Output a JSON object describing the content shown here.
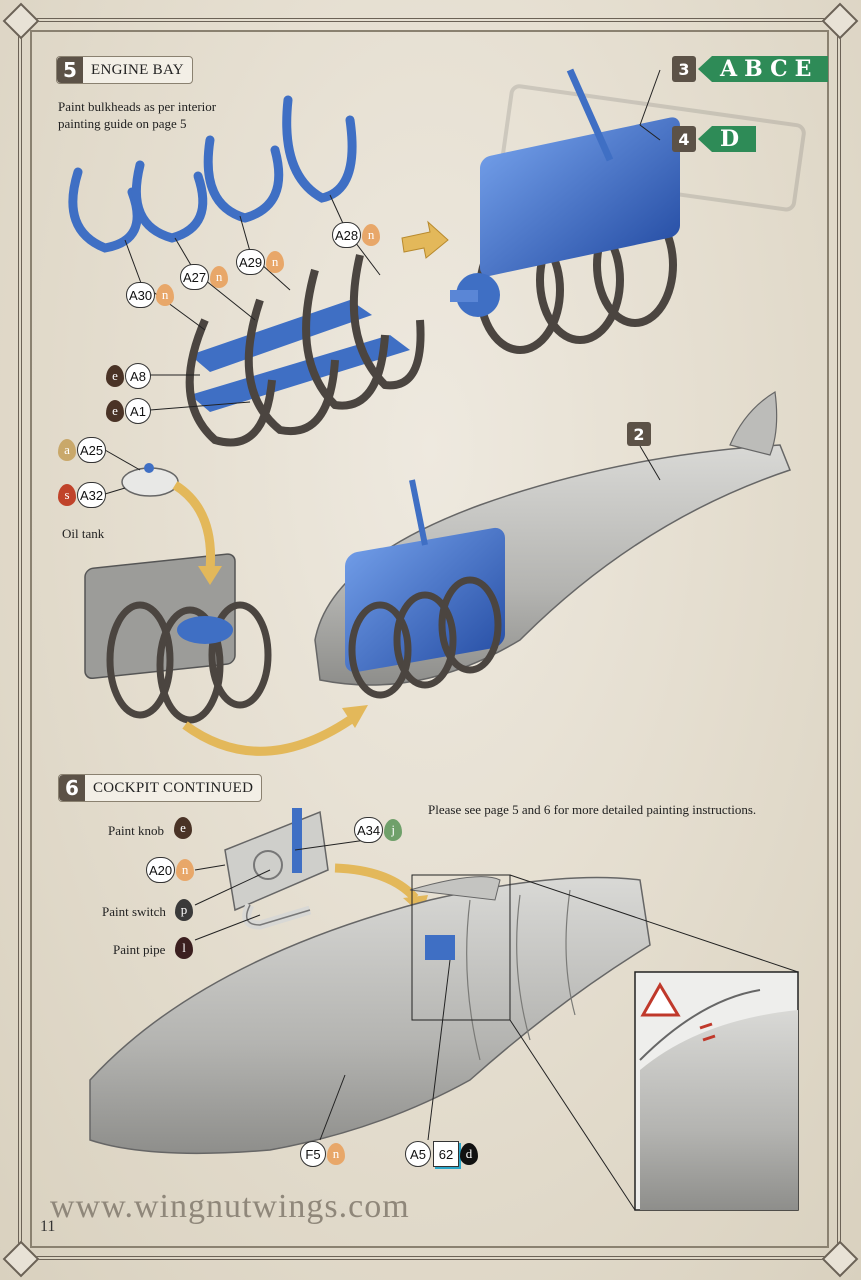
{
  "step5": {
    "num": "5",
    "title": "ENGINE BAY",
    "note_line1": "Paint bulkheads as per interior",
    "note_line2": "painting guide on page 5",
    "oil_tank": "Oil tank"
  },
  "tags": [
    {
      "num": "3",
      "letters": "ABCE"
    },
    {
      "num": "4",
      "letters": "D"
    }
  ],
  "marker2": "2",
  "callouts": {
    "A30": {
      "part": "A30",
      "paint": "n"
    },
    "A27": {
      "part": "A27",
      "paint": "n"
    },
    "A29": {
      "part": "A29",
      "paint": "n"
    },
    "A28": {
      "part": "A28",
      "paint": "n"
    },
    "A8": {
      "part": "A8",
      "paint": "e"
    },
    "A1": {
      "part": "A1",
      "paint": "e"
    },
    "A25": {
      "part": "A25",
      "paint": "a"
    },
    "A32": {
      "part": "A32",
      "paint": "s"
    },
    "A20": {
      "part": "A20",
      "paint": "n"
    },
    "A34": {
      "part": "A34",
      "paint": "j"
    },
    "F5": {
      "part": "F5",
      "paint": "n"
    },
    "A5": {
      "part": "A5",
      "qty": "62",
      "paint": "d"
    }
  },
  "step6": {
    "num": "6",
    "title": "COCKPIT CONTINUED",
    "note": "Please see page 5 and 6 for more detailed painting instructions.",
    "paint_knob": "Paint knob",
    "knob_paint": "e",
    "paint_switch": "Paint switch",
    "switch_paint": "p",
    "paint_pipe": "Paint pipe",
    "pipe_paint": "l"
  },
  "website": "www.wingnutwings.com",
  "page_number": "11",
  "colors": {
    "blue": "#3f6fc4",
    "grey": "#9a9a98",
    "arrow": "#e3b85a",
    "tag_green": "#2e8b57",
    "dark_badge": "#5c5247",
    "paint_n": "#e8a769",
    "paint_e": "#4a3326",
    "paint_a": "#c9a86a",
    "paint_s": "#c0432a",
    "paint_j": "#6fa06a",
    "paint_p": "#3a3a3a",
    "paint_l": "#3b1f1f",
    "paint_d": "#111111"
  }
}
